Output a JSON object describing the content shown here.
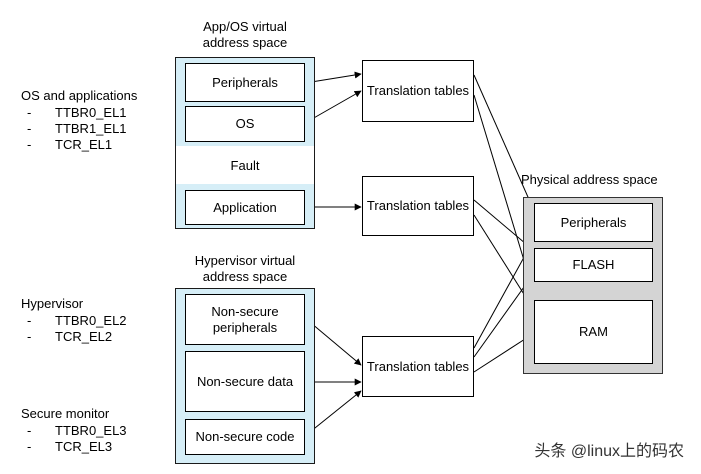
{
  "left_labels": {
    "os_group": {
      "title": "OS and applications",
      "items": [
        "TTBR0_EL1",
        "TTBR1_EL1",
        "TCR_EL1"
      ]
    },
    "hyp_group": {
      "title": "Hypervisor",
      "items": [
        "TTBR0_EL2",
        "TCR_EL2"
      ]
    },
    "sec_group": {
      "title": "Secure monitor",
      "items": [
        "TTBR0_EL3",
        "TCR_EL3"
      ]
    },
    "dash": "-"
  },
  "app_os_space": {
    "title_line1": "App/OS virtual",
    "title_line2": "address space",
    "regions": {
      "peripherals": "Peripherals",
      "os": "OS",
      "fault": "Fault",
      "application": "Application"
    }
  },
  "hyp_space": {
    "title_line1": "Hypervisor virtual",
    "title_line2": "address space",
    "regions": {
      "ns_periph_line1": "Non-secure",
      "ns_periph_line2": "peripherals",
      "ns_data": "Non-secure data",
      "ns_code": "Non-secure code"
    }
  },
  "translation_tables": {
    "label": "Translation tables"
  },
  "physical_space": {
    "title": "Physical address space",
    "regions": {
      "peripherals": "Peripherals",
      "flash": "FLASH",
      "ram": "RAM"
    }
  },
  "watermark": "头条 @linux上的码农",
  "colors": {
    "virtual_space_fill": "#d6eef7",
    "physical_space_fill": "#d4d4d4",
    "line": "#000000"
  }
}
